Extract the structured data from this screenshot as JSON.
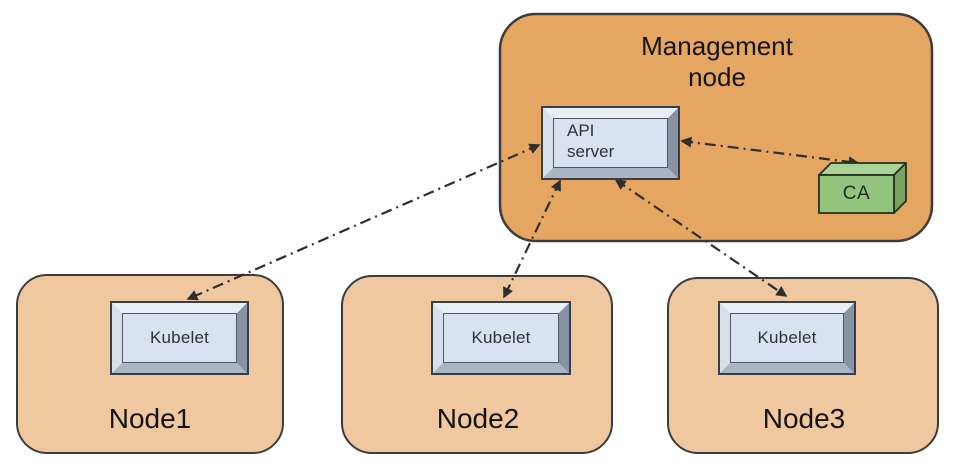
{
  "management_node": {
    "label": "Management node",
    "api_server_label": "API server",
    "ca_label": "CA"
  },
  "nodes": [
    {
      "label": "Node1",
      "component_label": "Kubelet"
    },
    {
      "label": "Node2",
      "component_label": "Kubelet"
    },
    {
      "label": "Node3",
      "component_label": "Kubelet"
    }
  ],
  "connections": [
    {
      "from": "api-server",
      "to": "node1-kubelet",
      "style": "dash-dot",
      "bidirectional": true
    },
    {
      "from": "api-server",
      "to": "node2-kubelet",
      "style": "dash-dot",
      "bidirectional": true
    },
    {
      "from": "api-server",
      "to": "node3-kubelet",
      "style": "dash-dot",
      "bidirectional": true
    },
    {
      "from": "api-server",
      "to": "ca",
      "style": "dash-dot",
      "bidirectional": true
    }
  ],
  "colors": {
    "management_fill": "#e4a661",
    "node_fill": "#efc89f",
    "rect_stroke": "#3d3d3d",
    "component_face": "#d8e2f0",
    "ca_front": "#93c47d",
    "ca_top": "#abd295",
    "ca_side": "#7ba360",
    "ca_stroke": "#25301f",
    "arrow": "#2e2e2e"
  }
}
